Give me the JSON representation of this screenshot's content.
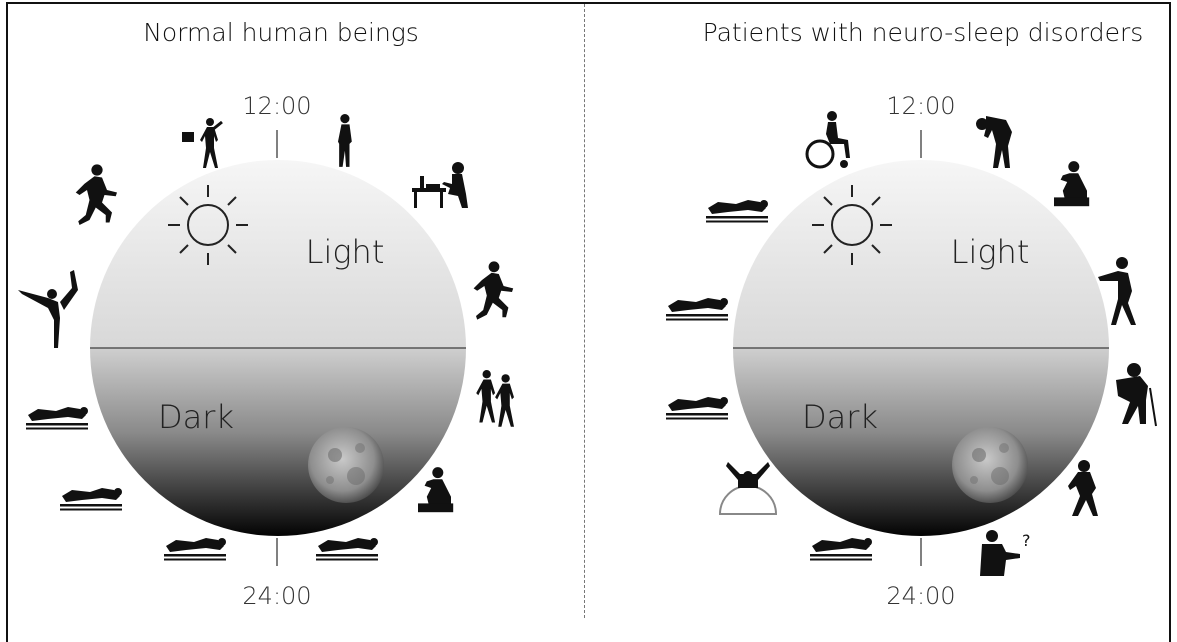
{
  "panels": [
    {
      "title": "Normal human beings",
      "time_top": "12:00",
      "time_bottom": "24:00",
      "light_label": "Light",
      "dark_label": "Dark"
    },
    {
      "title": "Patients with neuro-sleep disorders",
      "time_top": "12:00",
      "time_bottom": "24:00",
      "light_label": "Light",
      "dark_label": "Dark"
    }
  ],
  "question_mark": "?",
  "icons": {
    "sun": "sun-icon",
    "moon": "moon-icon",
    "sleeping": "sleeping-person-icon",
    "running": "running-person-icon",
    "walking": "walking-person-icon",
    "standing": "standing-person-icon",
    "computer": "computer-worker-icon",
    "yoga": "yoga-person-icon",
    "reading": "reading-person-icon",
    "wheelchair": "wheelchair-person-icon",
    "elderly": "elderly-with-cane-icon",
    "bent": "bent-over-person-icon",
    "confused": "confused-person-icon",
    "waking": "waking-person-icon"
  },
  "colors": {
    "light_top": "#f4f4f4",
    "light_bottom": "#d6d6d6",
    "dark_top": "#c8c8c8",
    "dark_bottom": "#050505",
    "silhouette": "#111111"
  }
}
